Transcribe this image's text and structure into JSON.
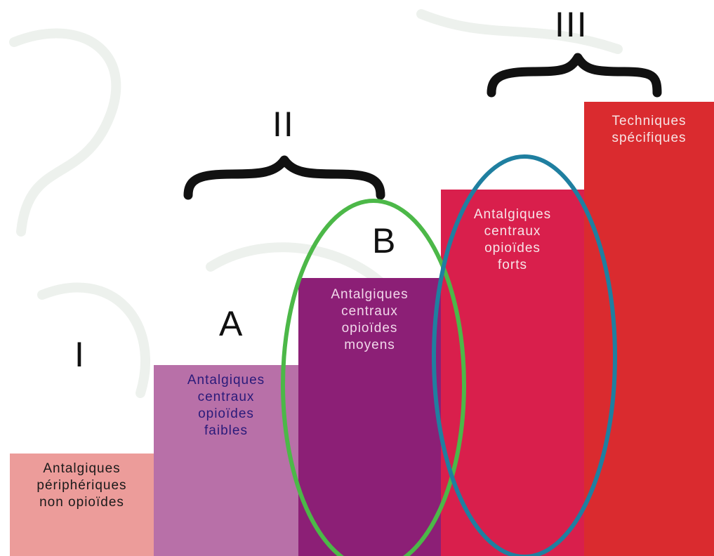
{
  "levels": {
    "level1": "I",
    "level2": "II",
    "level3": "III",
    "sub_a": "A",
    "sub_b": "B"
  },
  "steps": [
    {
      "lines": [
        "Antalgiques",
        "périphériques",
        "non opioïdes"
      ],
      "color": "#ec9c9a",
      "text_color": "#1a1a1a"
    },
    {
      "lines": [
        "Antalgiques",
        "centraux",
        "opioïdes",
        "faibles"
      ],
      "color": "#b870a8",
      "text_color": "#2a1a7a"
    },
    {
      "lines": [
        "Antalgiques",
        "centraux",
        "opioïdes",
        "moyens"
      ],
      "color": "#8c1f76",
      "text_color": "#f1d7ea"
    },
    {
      "lines": [
        "Antalgiques",
        "centraux",
        "opioïdes",
        "forts"
      ],
      "color": "#d91f4c",
      "text_color": "#f7e4e8"
    },
    {
      "lines": [
        "Techniques",
        "spécifiques"
      ],
      "color": "#da2b2f",
      "text_color": "#f7e4e4"
    }
  ],
  "highlights": {
    "green_color": "#4cb848",
    "blue_color": "#1f7fa0"
  }
}
